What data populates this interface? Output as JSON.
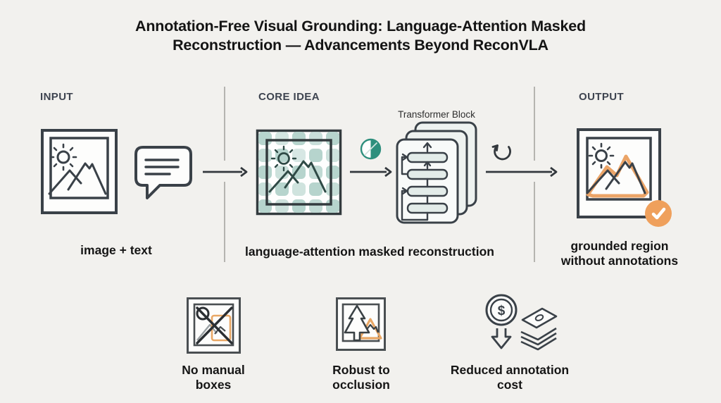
{
  "title": {
    "line1": "Annotation-Free Visual Grounding: Language-Attention Masked",
    "line2": "Reconstruction — Advancements Beyond ReconVLA"
  },
  "pipeline": {
    "input": {
      "label": "INPUT",
      "caption": "image + text",
      "icons": [
        "photo-icon",
        "speech-bubble-icon"
      ]
    },
    "core": {
      "label": "CORE IDEA",
      "caption": "language-attention masked reconstruction",
      "transformer_label": "Transformer Block",
      "icons": [
        "masked-image-icon",
        "mask-ratio-icon",
        "transformer-stack-icon",
        "iterate-icon"
      ]
    },
    "output": {
      "label": "OUTPUT",
      "caption_line1": "grounded region",
      "caption_line2": "without annotations",
      "icons": [
        "grounded-photo-icon",
        "check-badge-icon"
      ]
    }
  },
  "features": [
    {
      "label": "No manual boxes",
      "icon": "no-boxes-icon"
    },
    {
      "label": "Robust to occlusion",
      "icon": "occlusion-icon"
    },
    {
      "label": "Reduced annotation cost",
      "icon": "cost-icon"
    }
  ],
  "symbols": {
    "dollar": "$"
  },
  "colors": {
    "background": "#f2f1ee",
    "line_dark": "#3a4148",
    "teal": "#2e8f7d",
    "teal_mask": "#b6d4cd",
    "orange": "#eba467",
    "badge_orange": "#efa05c",
    "divider": "#b5b4b0",
    "section_label": "#3e4450",
    "text": "#141414"
  }
}
